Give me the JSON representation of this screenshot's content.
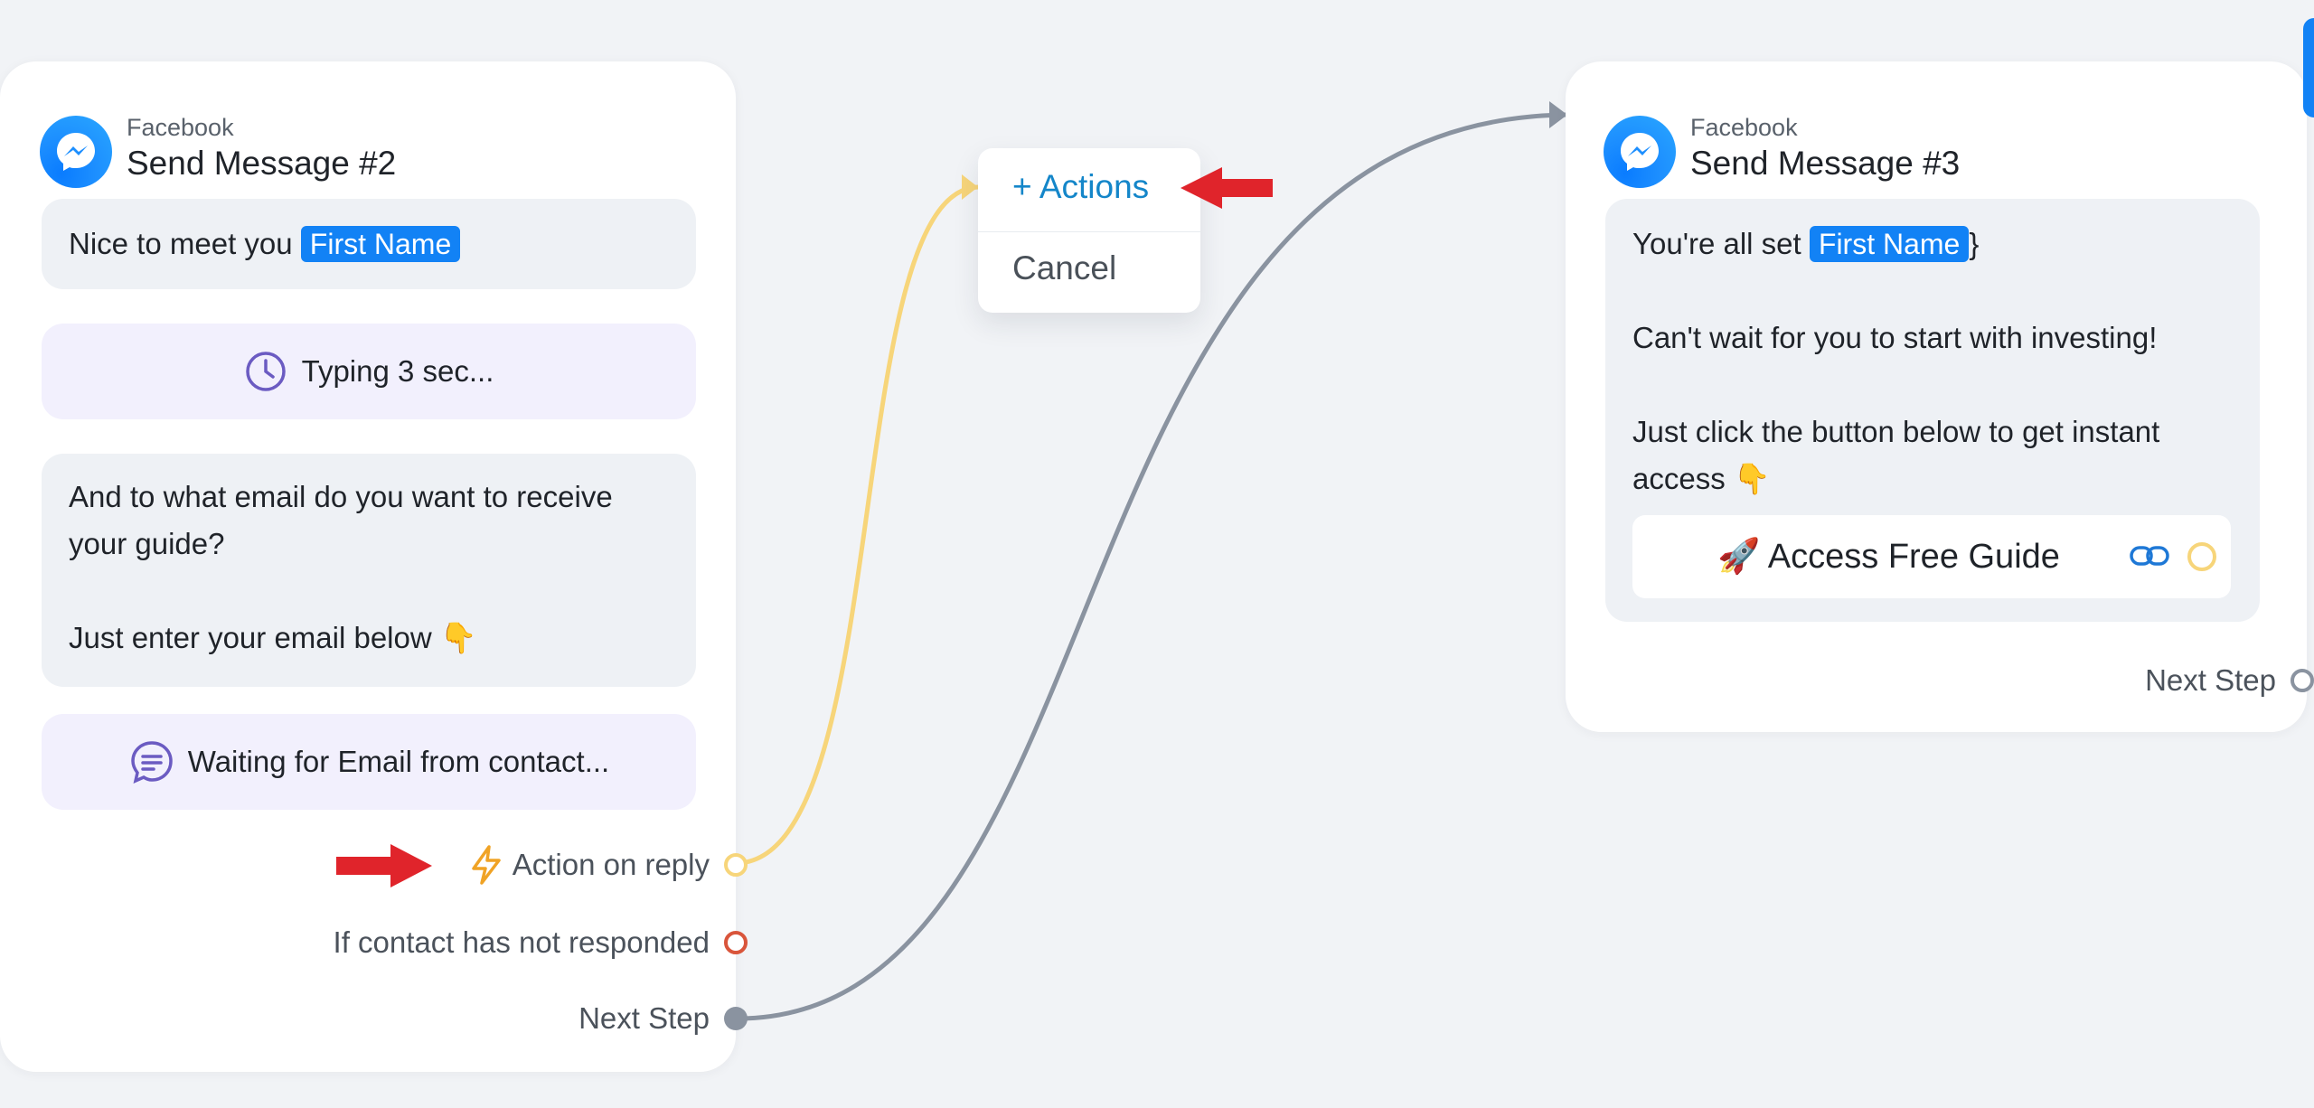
{
  "node_left": {
    "platform": "Facebook",
    "title": "Send Message #2",
    "message1": {
      "text": "Nice to meet you",
      "chip": "First Name"
    },
    "typing": "Typing 3 sec...",
    "message2": {
      "line1": "And to what email do you want to receive",
      "line2": "your guide?",
      "line3": "Just enter your email below 👇"
    },
    "waiting": "Waiting for Email from contact...",
    "outputs": {
      "action_on_reply": "Action on reply",
      "not_responded": "If contact has not responded",
      "next_step": "Next Step"
    }
  },
  "popup": {
    "actions_label": "+ Actions",
    "cancel_label": "Cancel"
  },
  "node_right": {
    "platform": "Facebook",
    "title": "Send Message #3",
    "message": {
      "prefix": "You're all set",
      "chip": "First Name",
      "suffix": "}",
      "line2": "Can't wait for you to start with investing!",
      "line3": "Just click the button below to get instant",
      "line4": "access 👇"
    },
    "button_label": "🚀 Access Free Guide",
    "next_step": "Next Step"
  },
  "colors": {
    "canvas": "#f1f3f6",
    "chip": "#1282f5",
    "action_wire": "#f7d57a",
    "next_wire": "#8a93a0",
    "not_responded": "#d9553b",
    "arrow": "#e0242b",
    "actions_text": "#1486c9"
  },
  "icons": [
    "messenger-icon",
    "clock-icon",
    "chat-bubble-icon",
    "lightning-icon",
    "link-icon",
    "red-arrow-icon"
  ]
}
